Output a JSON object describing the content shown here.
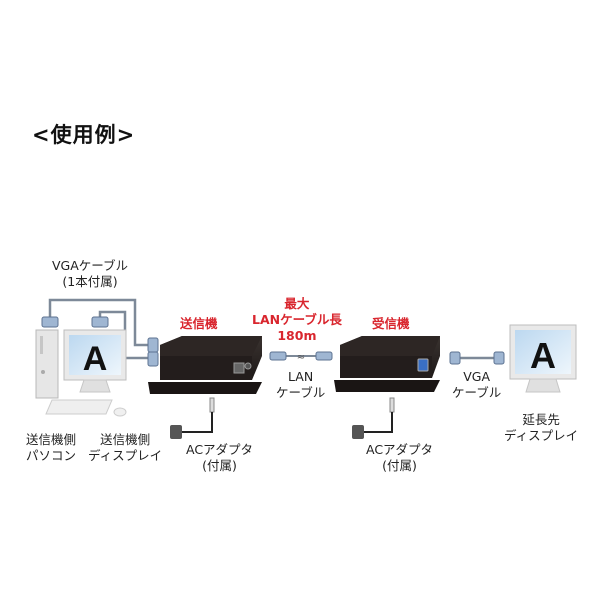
{
  "title": "<使用例>",
  "labels": {
    "vga_cable_top": [
      "VGAケーブル",
      "(1本付属)"
    ],
    "sender": "送信機",
    "max_lan": [
      "最大",
      "LANケーブル長",
      "180m"
    ],
    "receiver": "受信機",
    "lan_cable": [
      "LAN",
      "ケーブル"
    ],
    "vga_cable_right": [
      "VGA",
      "ケーブル"
    ],
    "sender_pc": [
      "送信機側",
      "パソコン"
    ],
    "sender_display": [
      "送信機側",
      "ディスプレイ"
    ],
    "ac_adapter_1": [
      "ACアダプタ",
      "(付属)"
    ],
    "ac_adapter_2": [
      "ACアダプタ",
      "(付属)"
    ],
    "extended_display": [
      "延長先",
      "ディスプレイ"
    ]
  },
  "screen_letter": "A",
  "colors": {
    "accent_red": "#d9262e",
    "device_body": "#2b2523",
    "cable": "#8a96a6",
    "connector": "#9fb6d2",
    "screen": "#cfe4f5"
  }
}
